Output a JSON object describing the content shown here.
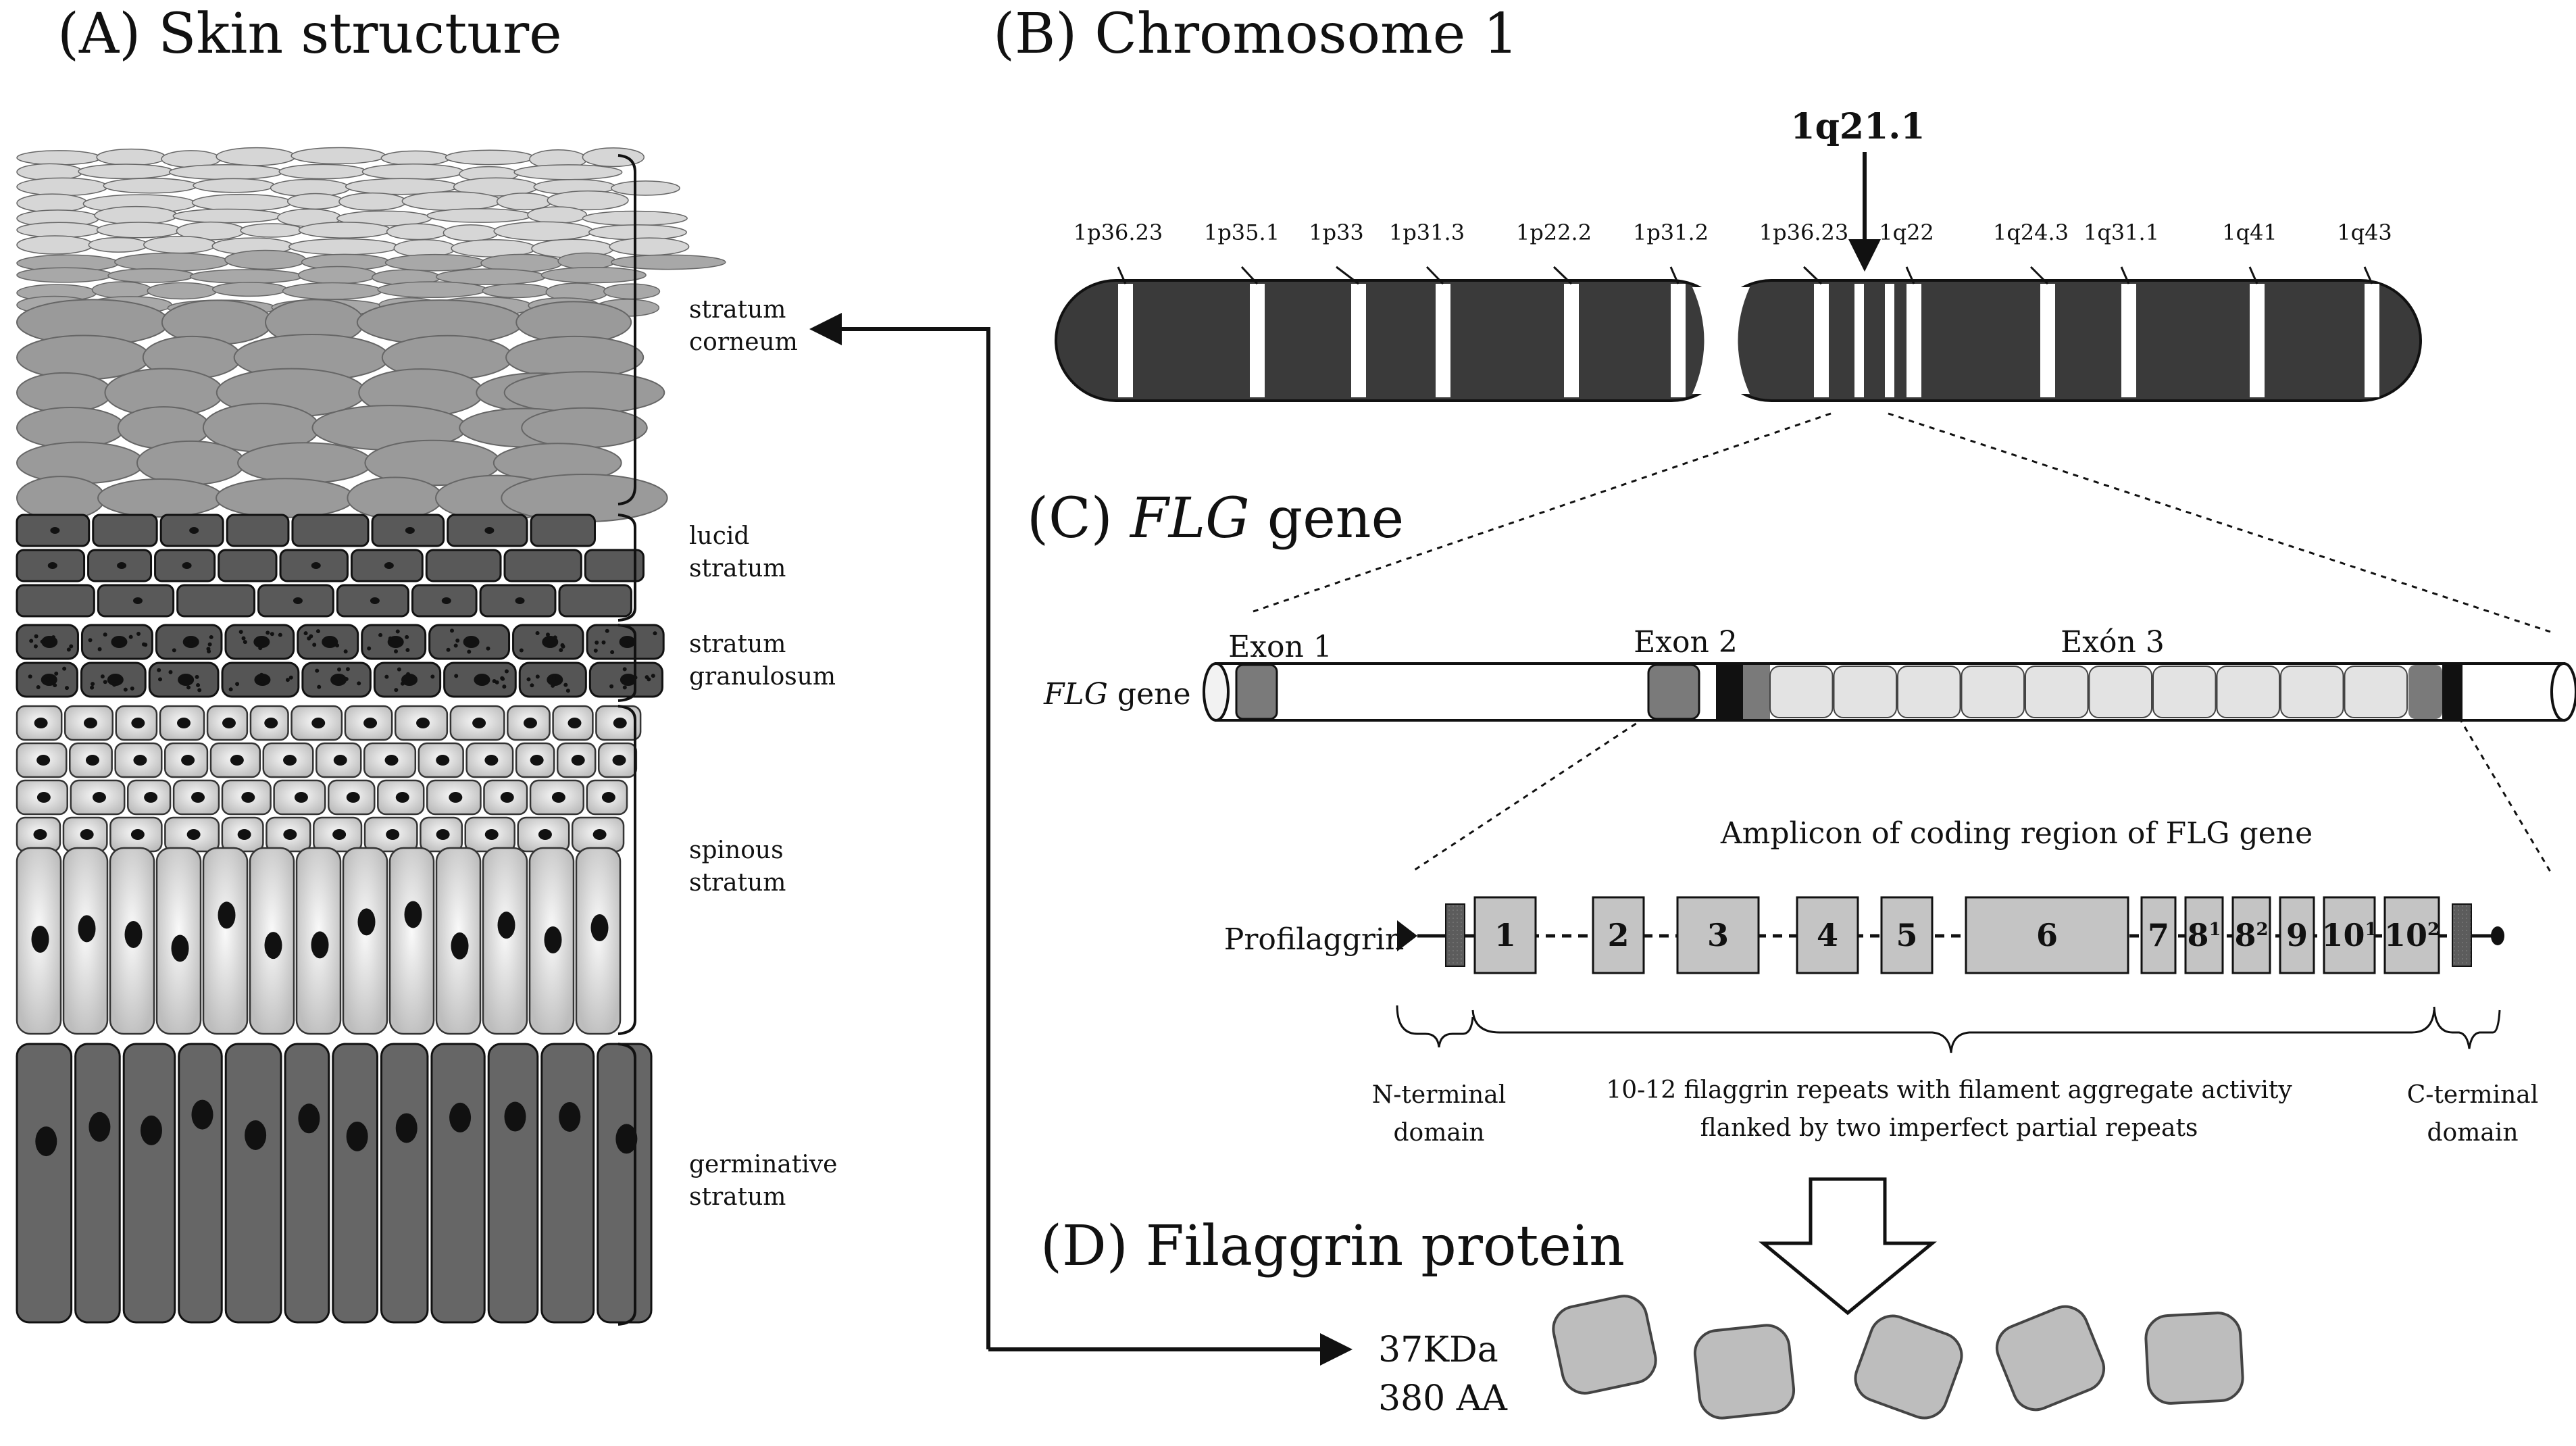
{
  "panels": {
    "a": "(A) Skin structure",
    "b": "(B) Chromosome 1",
    "c_prefix": "(C)",
    "c_gene": "FLG",
    "c_suffix": "gene",
    "d": "(D) Filaggrin protein"
  },
  "skin_layers": [
    {
      "line1": "stratum",
      "line2": "corneum"
    },
    {
      "line1": "lucid",
      "line2": "stratum"
    },
    {
      "line1": "stratum",
      "line2": "granulosum"
    },
    {
      "line1": "spinous",
      "line2": "stratum"
    },
    {
      "line1": "germinative",
      "line2": "stratum"
    }
  ],
  "chromosome": {
    "locus": "1q21.1",
    "bands": [
      "1p36.23",
      "1p35.1",
      "1p33",
      "1p31.3",
      "1p22.2",
      "1p31.2",
      "1p36.23",
      "1q22",
      "1q24.3",
      "1q31.1",
      "1q41",
      "1q43"
    ]
  },
  "gene": {
    "row_label_gene": "FLG",
    "row_label_suffix": "gene",
    "exons": [
      "Exon 1",
      "Exon 2",
      "Exón 3"
    ]
  },
  "profilaggrin": {
    "amplicon": "Amplicon of coding region of FLG gene",
    "label": "Profilaggrin",
    "repeats": [
      "1",
      "2",
      "3",
      "4",
      "5",
      "6",
      "7",
      "8",
      "8",
      "9",
      "10",
      "10"
    ],
    "superscripts": [
      "",
      "",
      "",
      "",
      "",
      "",
      "",
      "1",
      "2",
      "",
      "1",
      "2"
    ],
    "n_terminal": {
      "line1": "N-terminal",
      "line2": "domain"
    },
    "repeats_text": {
      "line1": "10-12 filaggrin repeats with filament aggregate activity",
      "line2": "flanked by two imperfect partial repeats"
    },
    "c_terminal": {
      "line1": "C-terminal",
      "line2": "domain"
    }
  },
  "protein": {
    "line1": "37KDa",
    "line2": "380 AA"
  },
  "colors": {
    "dark": "#3a3a3a",
    "medium": "#7a7a7a",
    "light": "#c4c4c4",
    "pale": "#e3e3e3"
  }
}
